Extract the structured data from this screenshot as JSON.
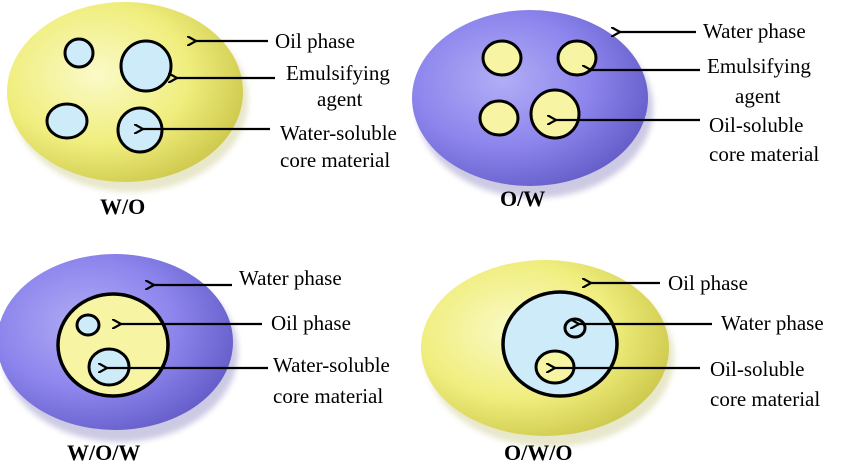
{
  "colors": {
    "yellow": "#f0ee7e",
    "yellow_dark": "#c9c446",
    "yellow_light": "#fafac8",
    "purple": "#8c84ec",
    "purple_dark": "#5f58c4",
    "purple_light": "#b2adf6",
    "inner_yellow": "#f7f5a4",
    "inner_blue": "#cdebf8",
    "outline": "#000000"
  },
  "panels": [
    {
      "id": "w-o",
      "caption": "W/O",
      "labels": {
        "continuous": "Oil phase",
        "emulsifier": [
          "Emulsifying",
          "agent"
        ],
        "core": [
          "Water-soluble",
          "core material"
        ]
      }
    },
    {
      "id": "o-w",
      "caption": "O/W",
      "labels": {
        "continuous": "Water phase",
        "emulsifier": [
          "Emulsifying",
          "agent"
        ],
        "core": [
          "Oil-soluble",
          "core material"
        ]
      }
    },
    {
      "id": "w-o-w",
      "caption": "W/O/W",
      "labels": {
        "continuous": "Water phase",
        "inner": "Oil phase",
        "core": [
          "Water-soluble",
          "core material"
        ]
      }
    },
    {
      "id": "o-w-o",
      "caption": "O/W/O",
      "labels": {
        "continuous": "Oil phase",
        "inner": "Water phase",
        "core": [
          "Oil-soluble",
          "core material"
        ]
      }
    }
  ]
}
